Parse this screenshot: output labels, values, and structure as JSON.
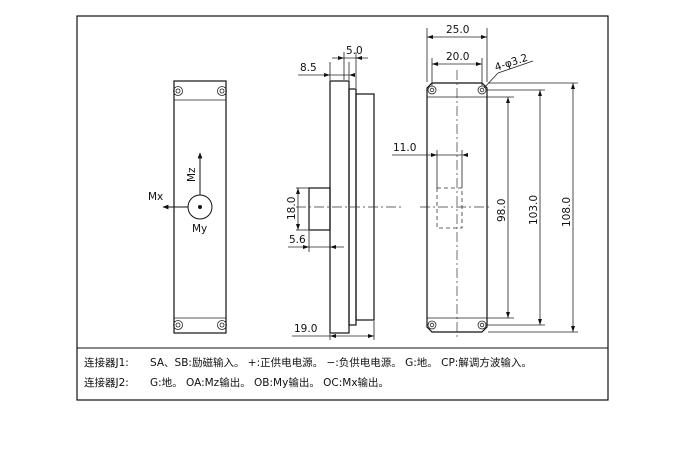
{
  "drawing": {
    "left_view": {
      "labels": {
        "mx": "Mx",
        "my": "My",
        "mz": "Mz"
      }
    },
    "side_view": {
      "dims": {
        "d_8_5": "8.5",
        "d_5_0": "5.0",
        "d_18_0": "18.0",
        "d_5_6": "5.6",
        "d_19_0": "19.0"
      }
    },
    "front_view": {
      "dims": {
        "d_25_0": "25.0",
        "d_20_0": "20.0",
        "holes": "4-φ3.2",
        "d_11_0": "11.0",
        "d_98_0": "98.0",
        "d_103_0": "103.0",
        "d_108_0": "108.0"
      }
    }
  },
  "notes": {
    "j1": {
      "label": "连接器J1:",
      "text": "SA、SB:励磁输入。  +:正供电电源。  −:负供电电源。  G:地。  CP:解调方波输入。"
    },
    "j2": {
      "label": "连接器J2:",
      "text": "G:地。    OA:Mz输出。    OB:My输出。    OC:Mx输出。"
    }
  }
}
